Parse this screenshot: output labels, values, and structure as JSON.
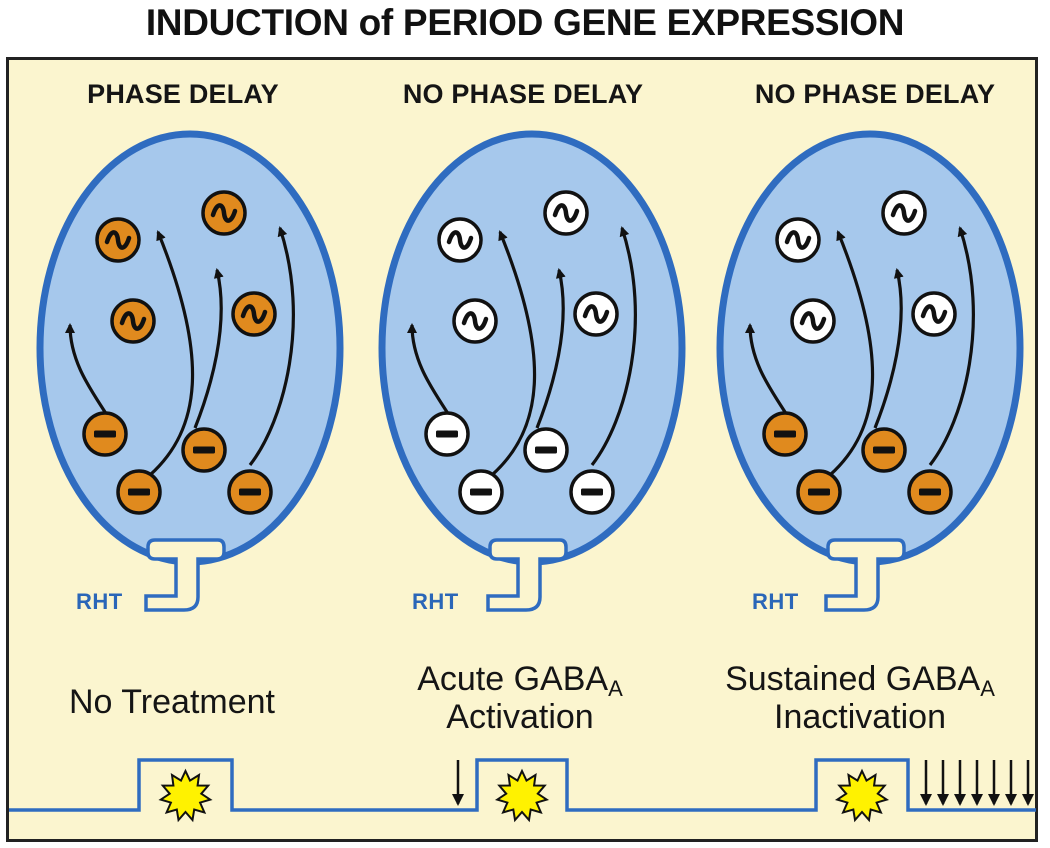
{
  "title": "INDUCTION of PERIOD GENE EXPRESSION",
  "columns": [
    {
      "phase_label": "PHASE DELAY",
      "receptor_label": "RHT",
      "treatment_line1": "No Treatment",
      "treatment_line2": "",
      "treatment_subscript": "",
      "pre_arrows": 0,
      "post_arrows": 0,
      "minus_fill": "orange",
      "wave_fill": "orange"
    },
    {
      "phase_label": "NO PHASE DELAY",
      "receptor_label": "RHT",
      "treatment_line1": "Acute GABA",
      "treatment_line2": "Activation",
      "treatment_subscript": "A",
      "pre_arrows": 1,
      "post_arrows": 0,
      "minus_fill": "white",
      "wave_fill": "white"
    },
    {
      "phase_label": "NO PHASE DELAY",
      "receptor_label": "RHT",
      "treatment_line1": "Sustained GABA",
      "treatment_line2": "Inactivation",
      "treatment_subscript": "A",
      "pre_arrows": 0,
      "post_arrows": 7,
      "minus_fill": "orange",
      "wave_fill": "white"
    }
  ],
  "colors": {
    "background": "#fbf5cf",
    "cell_fill": "#a6c8ec",
    "cell_border": "#2f6cc0",
    "orange": "#e08a1e",
    "white": "#ffffff",
    "light_pulse": "#fff200",
    "baseline": "#2f6cc0"
  },
  "icons": [
    "minus-icon",
    "sine-wave-icon",
    "arrow-icon",
    "sun-burst-icon",
    "receptor-icon"
  ]
}
